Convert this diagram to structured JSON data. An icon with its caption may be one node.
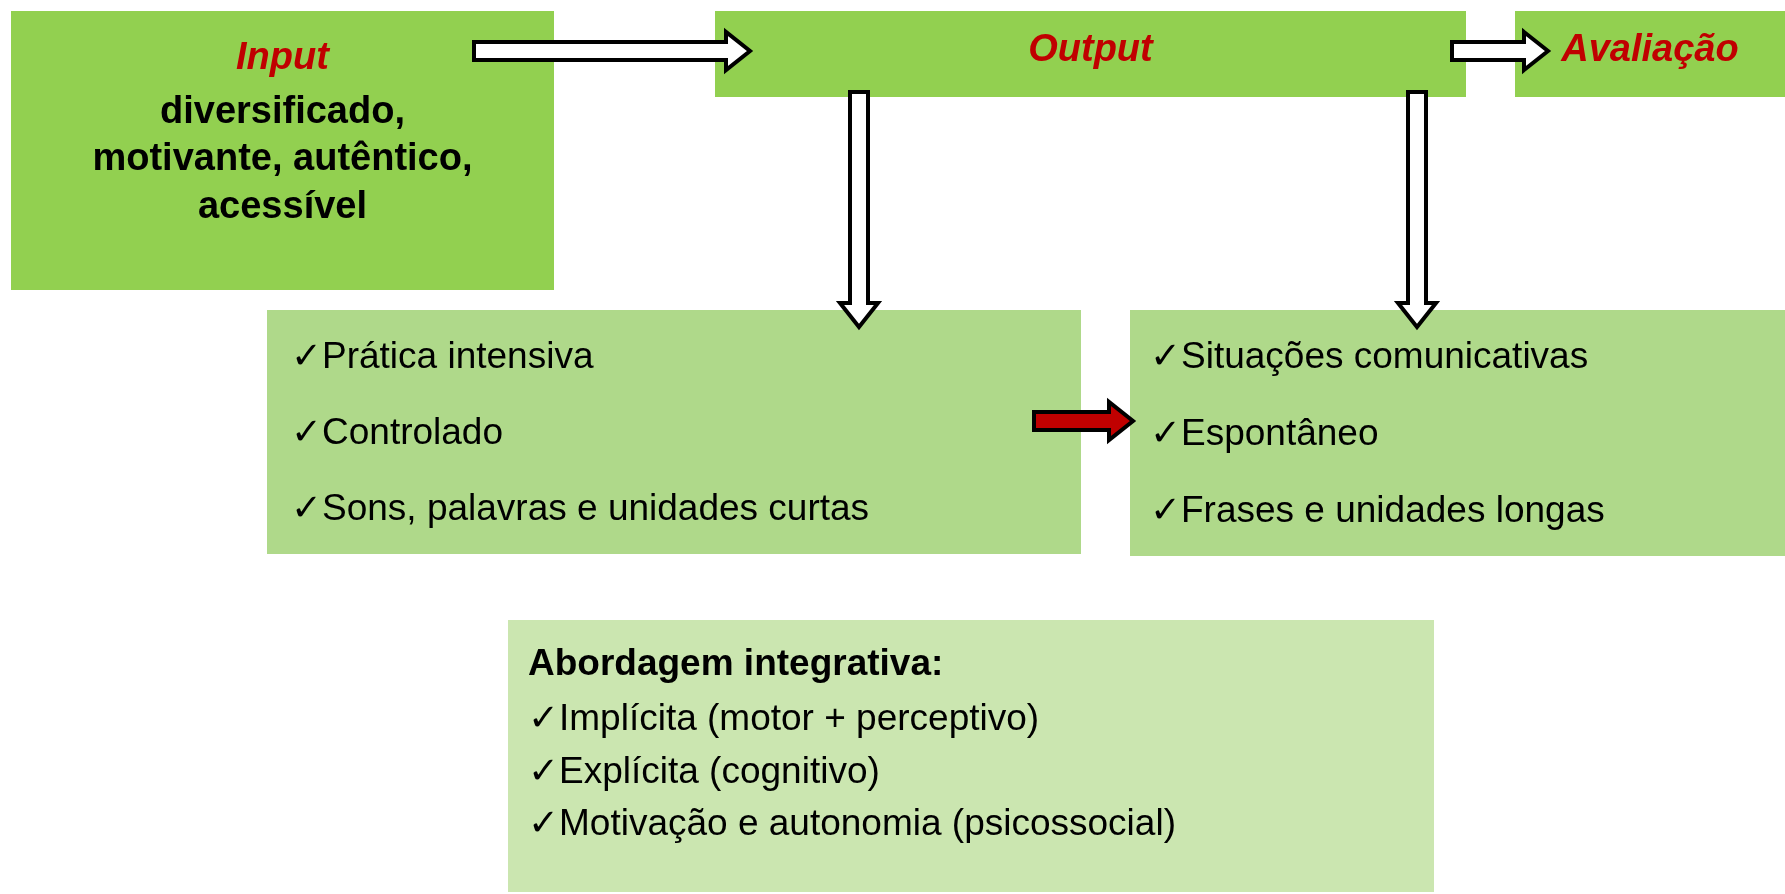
{
  "diagram": {
    "nodes": [
      {
        "text": [
          "Input",
          "diversificado, motivante, autêntico, acessível"
        ]
      },
      {
        "text": [
          "Output"
        ]
      },
      {
        "text": [
          "Avaliação"
        ]
      },
      {
        "text": [
          "✓Prática intensiva",
          "✓Controlado",
          "✓Sons, palavras e unidades curtas"
        ]
      },
      {
        "text": [
          "✓Situações comunicativas",
          "✓Espontâneo",
          "✓Frases e unidades longas"
        ]
      },
      {
        "text": [
          "Abordagem integrativa:",
          "✓Implícita (motor + perceptivo)",
          "✓Explícita (cognitivo)",
          "✓Motivação e autonomia (psicossocial)"
        ]
      }
    ],
    "edges": [
      {
        "from": 0,
        "to": 1,
        "arrow": "to"
      },
      {
        "from": 1,
        "to": 2,
        "arrow": "to"
      },
      {
        "from": 1,
        "to": 3,
        "arrow": "to"
      },
      {
        "from": 1,
        "to": 4,
        "arrow": "to"
      },
      {
        "from": 3,
        "to": 4,
        "arrow": "to",
        "color": "#c00000"
      }
    ]
  }
}
